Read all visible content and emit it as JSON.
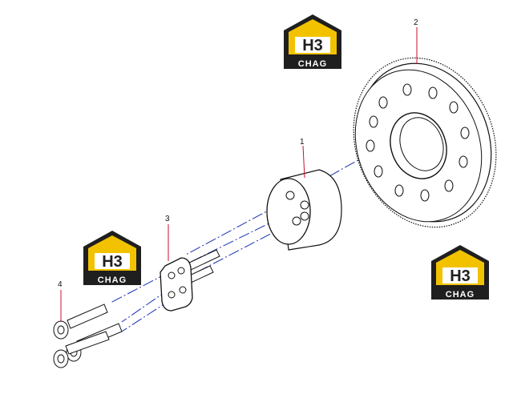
{
  "callouts": [
    {
      "id": "1",
      "label": "1"
    },
    {
      "id": "2",
      "label": "2"
    },
    {
      "id": "3",
      "label": "3"
    },
    {
      "id": "4",
      "label": "4"
    }
  ],
  "watermark": {
    "logo_text": "H3",
    "brand_text": "CHAG",
    "colors": {
      "accent": "#f2c200",
      "dark": "#1f1f1f",
      "light": "#ffffff"
    }
  },
  "colors": {
    "line": "#111111",
    "callout_line": "#c8102e",
    "center_line": "#1a2fb0"
  }
}
